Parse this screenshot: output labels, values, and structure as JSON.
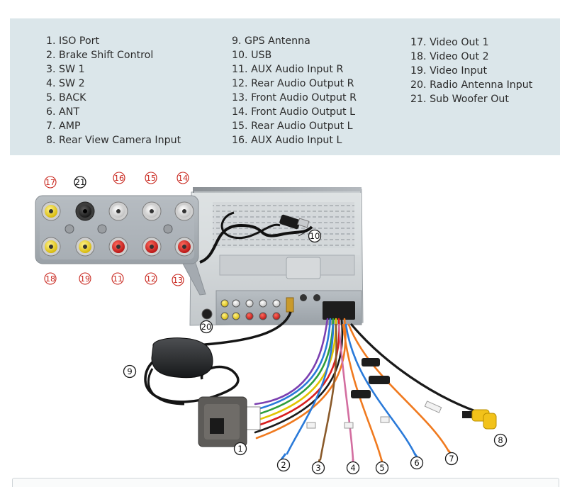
{
  "legend": {
    "column_1": [
      "1. ISO Port",
      "2. Brake Shift Control",
      "3. SW 1",
      "4. SW 2",
      "5. BACK",
      "6. ANT",
      "7. AMP",
      "8. Rear View Camera Input"
    ],
    "column_2": [
      "9. GPS Antenna",
      "10. USB",
      "11. AUX Audio Input R",
      "12. Rear Audio Output R",
      "13. Front Audio Output R",
      "14. Front Audio Output L",
      "15. Rear Audio Output L",
      "16. AUX Audio Input L"
    ],
    "column_3": [
      "17. Video Out 1",
      "18. Video Out 2",
      "19. Video Input",
      "20. Radio Antenna Input",
      "21. Sub Woofer Out"
    ]
  },
  "callouts": {
    "c1": "1",
    "c2": "2",
    "c3": "3",
    "c4": "4",
    "c5": "5",
    "c6": "6",
    "c7": "7",
    "c8": "8",
    "c9": "9",
    "c10": "10",
    "c11": "11",
    "c12": "12",
    "c13": "13",
    "c14": "14",
    "c15": "15",
    "c16": "16",
    "c17": "17",
    "c18": "18",
    "c19": "19",
    "c20": "20",
    "c21": "21"
  },
  "colors": {
    "legend_background": "#dbe6ea",
    "callout_red": "#c8241b",
    "callout_black": "#1c1c1c",
    "rca_yellow": "#f2d400",
    "rca_red": "#d61f1f",
    "rca_white": "#e9e9e9"
  }
}
